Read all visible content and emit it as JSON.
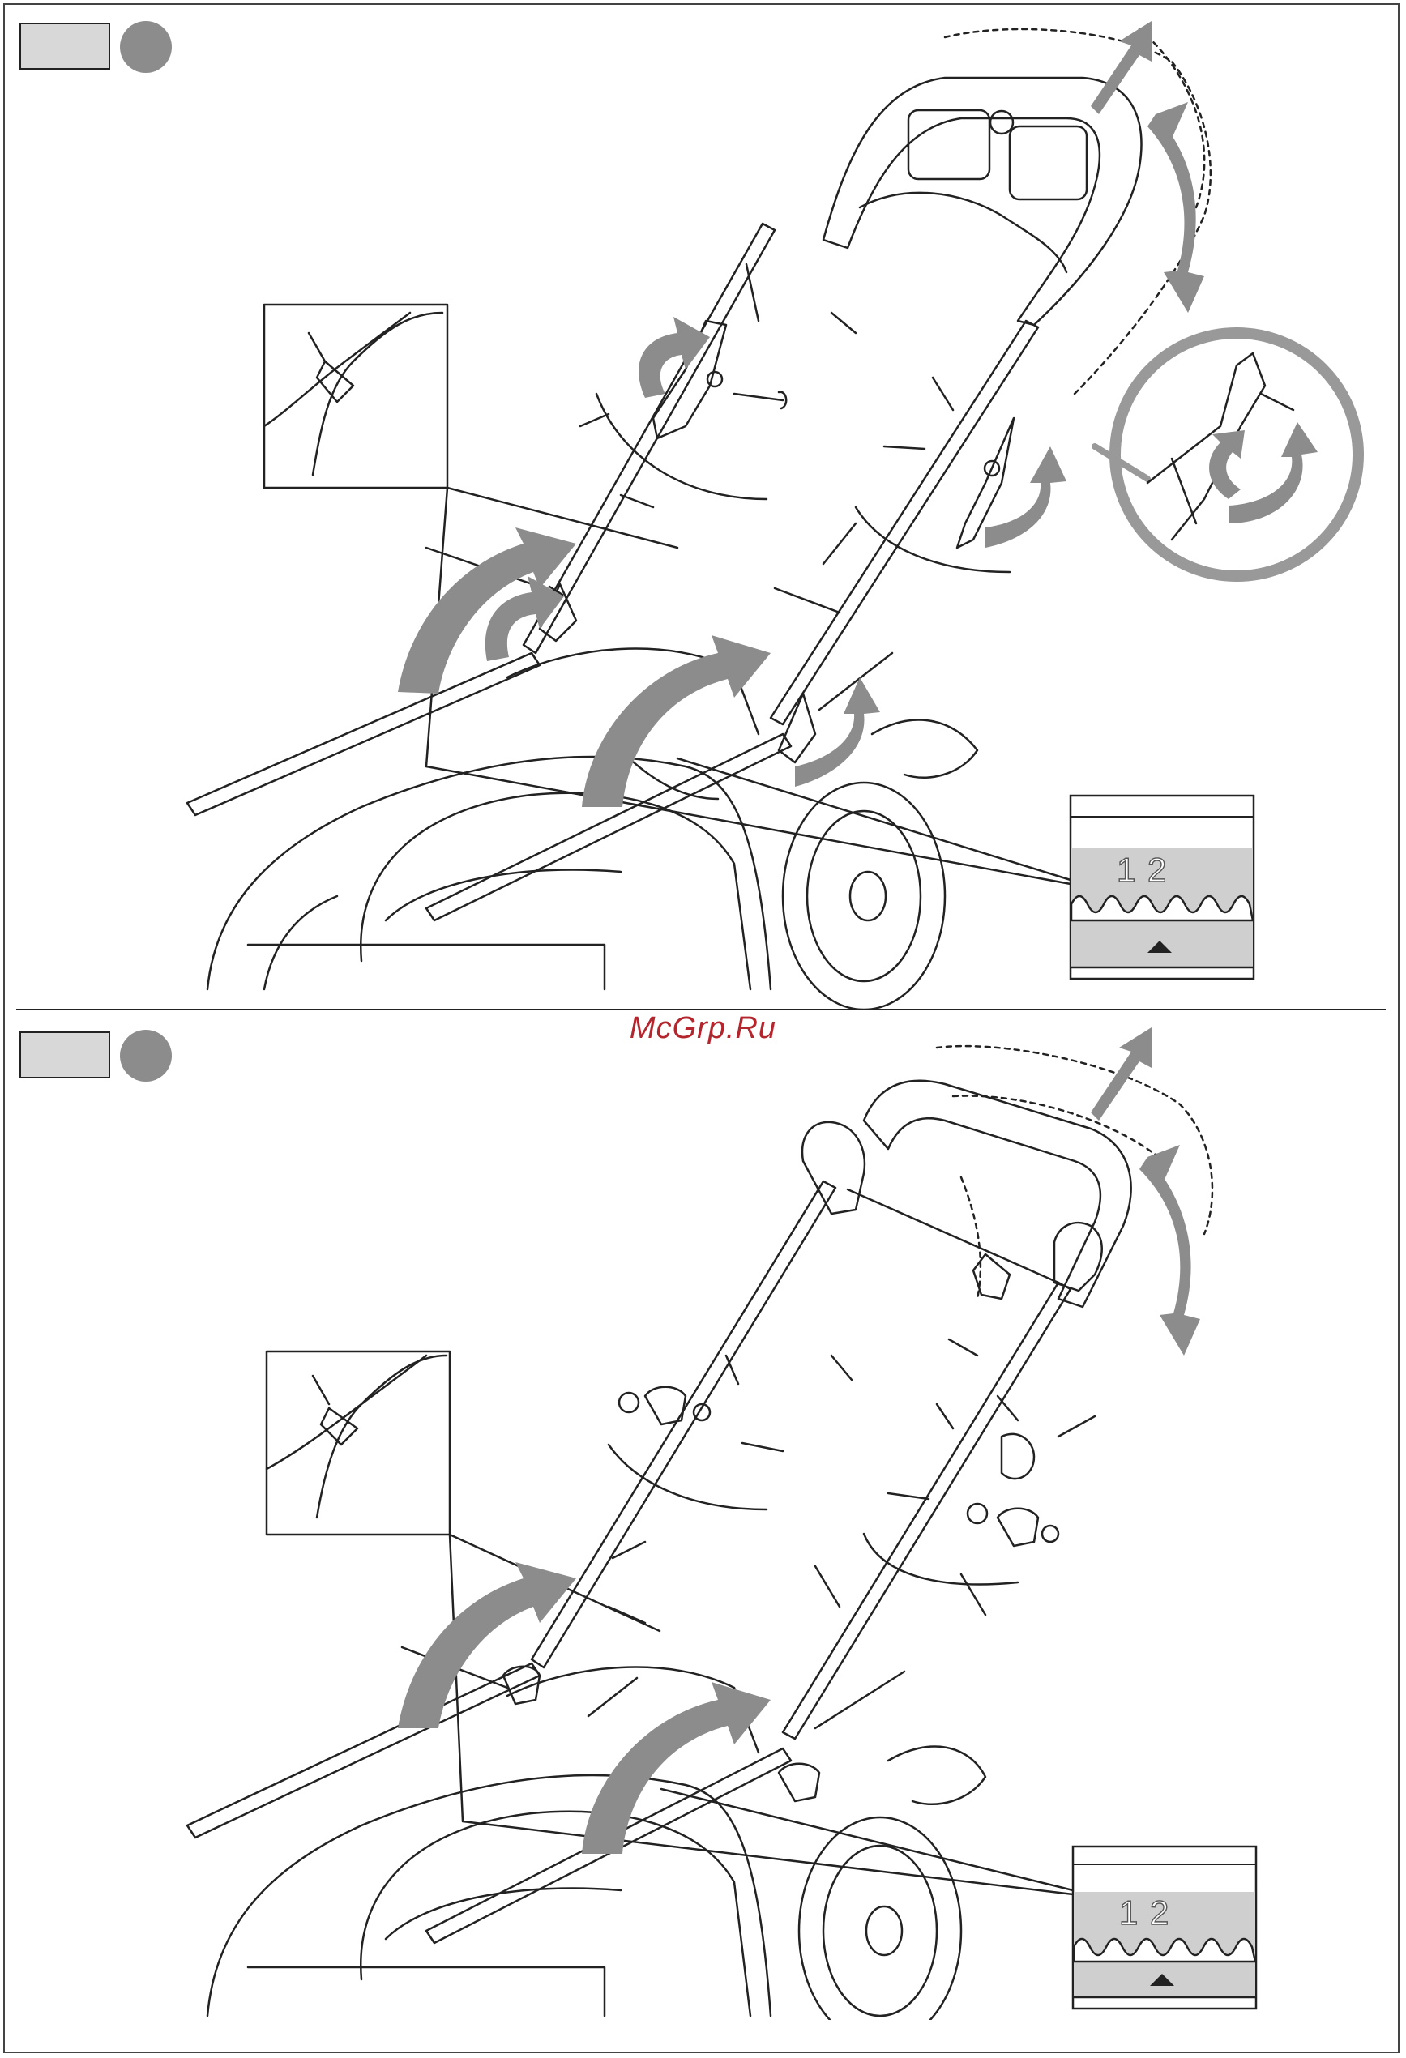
{
  "watermark": "McGrp.Ru",
  "figures": [
    {
      "id": "fig-a",
      "scale_labels": [
        "1",
        "2"
      ]
    },
    {
      "id": "fig-b",
      "scale_labels": [
        "1",
        "2"
      ]
    }
  ],
  "colors": {
    "arrow_gray": "#8c8c8c",
    "box_gray": "#d8d8d8",
    "line": "#222222",
    "watermark": "#b3262e"
  }
}
